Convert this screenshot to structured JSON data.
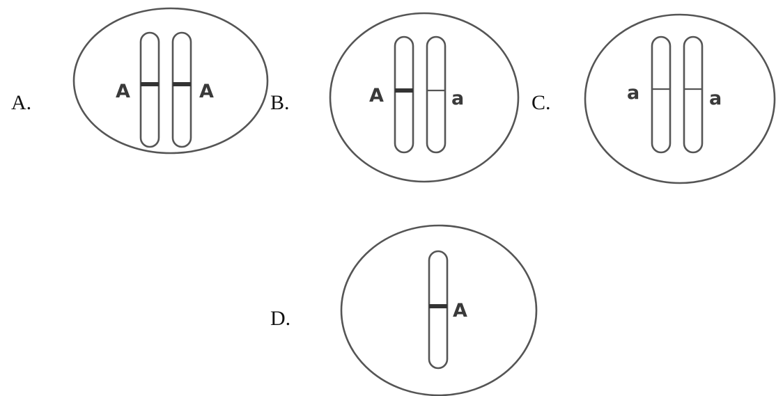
{
  "options": [
    {
      "letter": "A.",
      "alleles": [
        "A",
        "A"
      ]
    },
    {
      "letter": "B.",
      "alleles": [
        "A",
        "a"
      ]
    },
    {
      "letter": "C.",
      "alleles": [
        "a",
        "a"
      ]
    },
    {
      "letter": "D.",
      "alleles": [
        "A"
      ]
    }
  ]
}
